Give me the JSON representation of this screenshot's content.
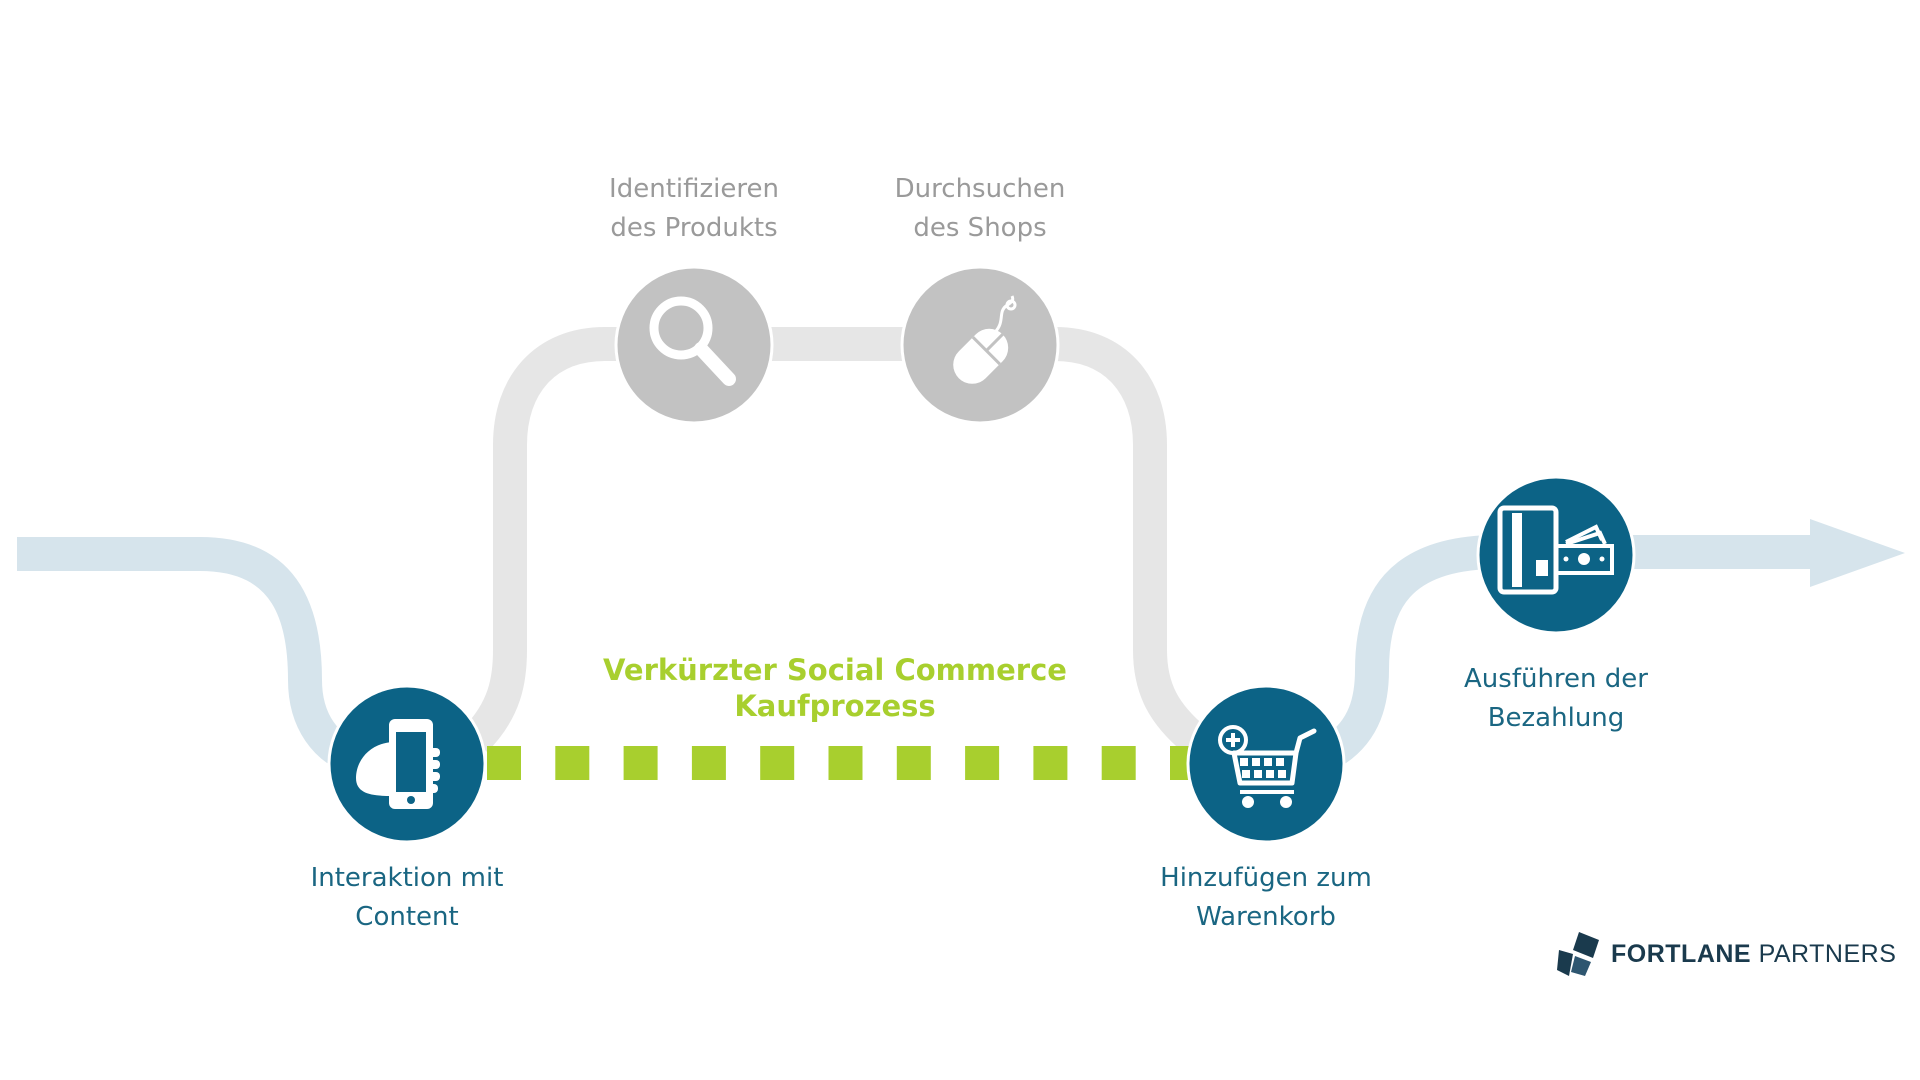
{
  "colors": {
    "flow": "#d6e4ec",
    "detour": "#e6e6e6",
    "primary": "#0c6386",
    "inactive": "#c2c2c2",
    "accent": "#a8cf2e"
  },
  "steps": {
    "interaction": {
      "line1": "Interaktion mit",
      "line2": "Content",
      "icon": "phone-in-hand-icon"
    },
    "identify": {
      "line1": "Identifizieren",
      "line2": "des Produkts",
      "icon": "magnifier-icon"
    },
    "browse": {
      "line1": "Durchsuchen",
      "line2": "des Shops",
      "icon": "computer-mouse-icon"
    },
    "cart": {
      "line1": "Hinzufügen zum",
      "line2": "Warenkorb",
      "icon": "add-to-cart-icon"
    },
    "payment": {
      "line1": "Ausführen der",
      "line2": "Bezahlung",
      "icon": "card-and-cash-icon"
    }
  },
  "shortcut": {
    "line1": "Verkürzter Social Commerce",
    "line2": "Kaufprozess"
  },
  "logo": {
    "bold": "FORTLANE",
    "light": "PARTNERS",
    "icon": "fortlane-logo-icon"
  }
}
